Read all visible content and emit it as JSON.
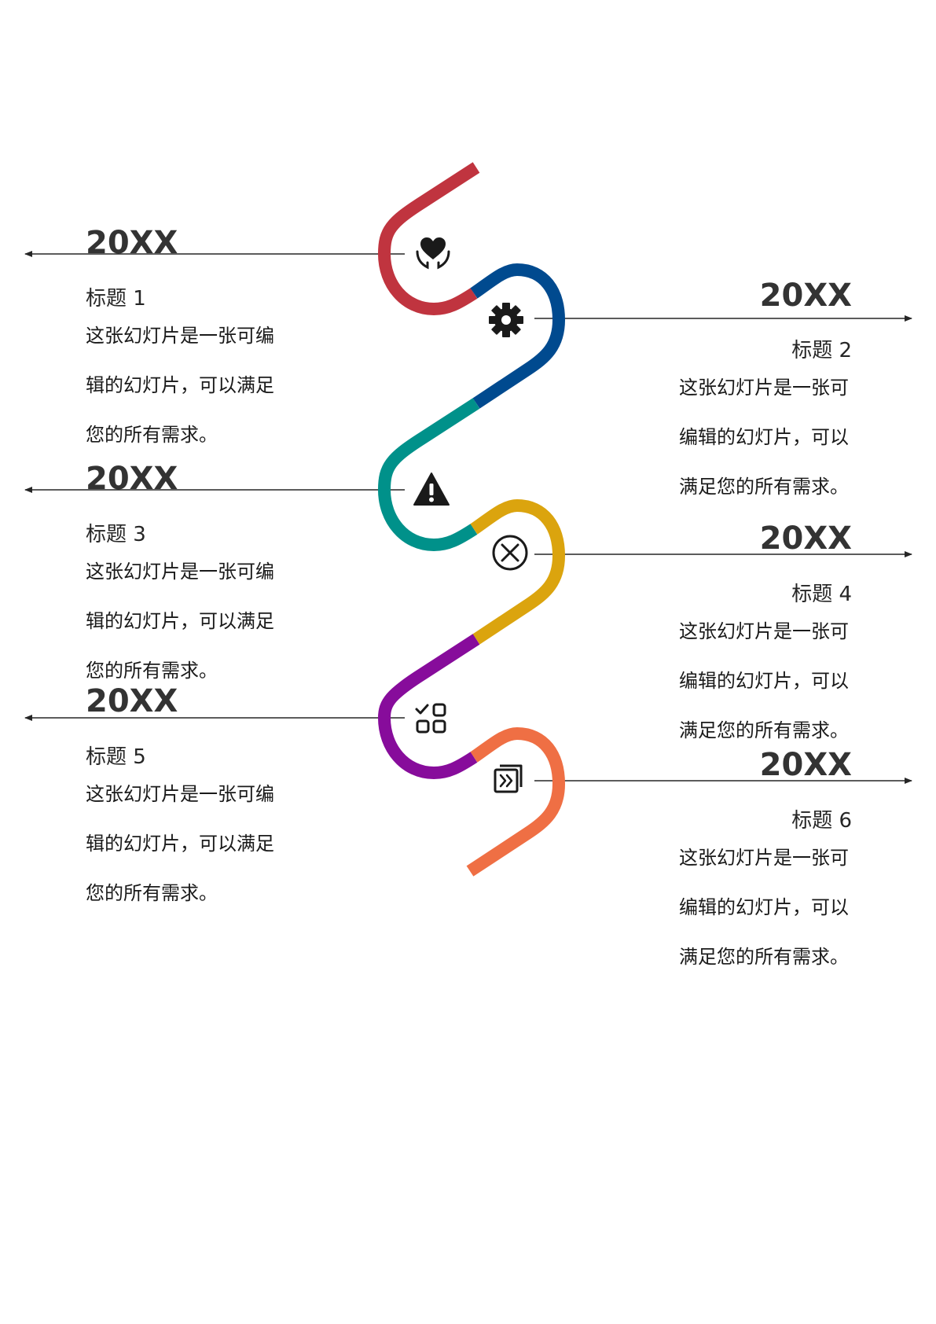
{
  "colors": {
    "segment_1": "#C0343F",
    "segment_2": "#004A8F",
    "segment_3": "#00918A",
    "segment_4": "#DBA40E",
    "segment_5": "#870C9B",
    "segment_6": "#EF6F44",
    "connector": "#262626",
    "icon": "#1a1a1a"
  },
  "milestones": [
    {
      "year": "20XX",
      "title": "标题 1",
      "lines": [
        "这张幻灯片是一张可编",
        "辑的幻灯片，可以满足",
        "您的所有需求。"
      ],
      "icon": "heart-hands-icon"
    },
    {
      "year": "20XX",
      "title": "标题 2",
      "lines": [
        "这张幻灯片是一张可",
        "编辑的幻灯片，可以",
        "满足您的所有需求。"
      ],
      "icon": "gear-icon"
    },
    {
      "year": "20XX",
      "title": "标题 3",
      "lines": [
        "这张幻灯片是一张可编",
        "辑的幻灯片，可以满足",
        "您的所有需求。"
      ],
      "icon": "warning-icon"
    },
    {
      "year": "20XX",
      "title": "标题 4",
      "lines": [
        "这张幻灯片是一张可",
        "编辑的幻灯片，可以",
        "满足您的所有需求。"
      ],
      "icon": "close-circle-icon"
    },
    {
      "year": "20XX",
      "title": "标题 5",
      "lines": [
        "这张幻灯片是一张可编",
        "辑的幻灯片，可以满足",
        "您的所有需求。"
      ],
      "icon": "checklist-grid-icon"
    },
    {
      "year": "20XX",
      "title": "标题 6",
      "lines": [
        "这张幻灯片是一张可",
        "编辑的幻灯片，可以",
        "满足您的所有需求。"
      ],
      "icon": "forward-document-icon"
    }
  ]
}
